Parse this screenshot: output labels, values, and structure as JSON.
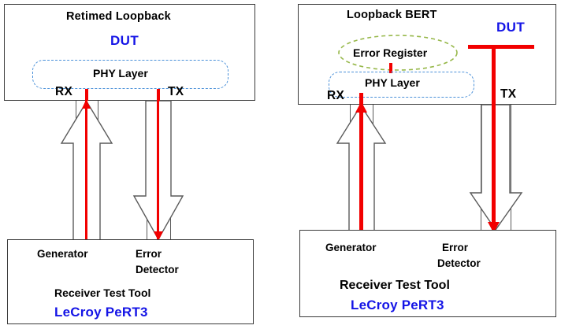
{
  "figure": {
    "type": "block-diagram",
    "panels": [
      {
        "id": "left",
        "dut": {
          "title": "Retimed Loopback",
          "dut_label": "DUT",
          "phy_label": "PHY Layer",
          "rx_label": "RX",
          "tx_label": "TX"
        },
        "tool": {
          "generator_label": "Generator",
          "error_label": "Error",
          "detector_label": "Detector",
          "tool_name": "Receiver Test Tool",
          "brand": "LeCroy PeRT3"
        }
      },
      {
        "id": "right",
        "dut": {
          "title": "Loopback BERT",
          "dut_label": "DUT",
          "error_register_label": "Error Register",
          "phy_label": "PHY Layer",
          "rx_label": "RX",
          "tx_label": "TX"
        },
        "tool": {
          "generator_label": "Generator",
          "error_label": "Error",
          "detector_label": "Detector",
          "tool_name": "Receiver Test Tool",
          "brand": "LeCroy PeRT3"
        }
      }
    ],
    "colors": {
      "signal_red": "#f20000",
      "dut_blue": "#1414e6",
      "phy_dashed_blue": "#4a90d9",
      "error_register_green": "#97b84a",
      "outline_gray": "#3a3a3a",
      "background": "#ffffff"
    }
  }
}
